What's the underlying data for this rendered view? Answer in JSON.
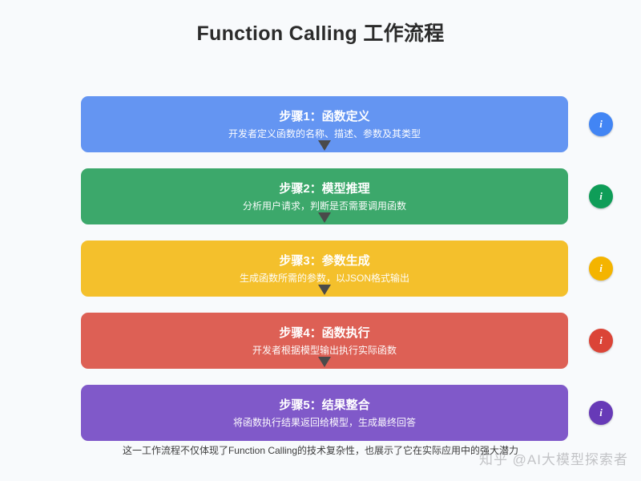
{
  "page": {
    "title": "Function Calling 工作流程",
    "background_color": "#f8fafc",
    "footer_note": "这一工作流程不仅体现了Function Calling的技术复杂性，也展示了它在实际应用中的强大潜力",
    "watermark": "知乎 @AI大模型探索者"
  },
  "flow": {
    "arrow_color": "#4a4a4a",
    "badge_icon_label": "i",
    "steps": [
      {
        "title": "步骤1：函数定义",
        "desc": "开发者定义函数的名称、描述、参数及其类型",
        "box_color": "#6495f2",
        "badge_color": "#4285f4"
      },
      {
        "title": "步骤2：模型推理",
        "desc": "分析用户请求，判断是否需要调用函数",
        "box_color": "#3ca86b",
        "badge_color": "#0f9d58"
      },
      {
        "title": "步骤3：参数生成",
        "desc": "生成函数所需的参数，以JSON格式输出",
        "box_color": "#f4c02c",
        "badge_color": "#f4b400"
      },
      {
        "title": "步骤4：函数执行",
        "desc": "开发者根据模型输出执行实际函数",
        "box_color": "#dd6055",
        "badge_color": "#db4437"
      },
      {
        "title": "步骤5：结果整合",
        "desc": "将函数执行结果返回给模型，生成最终回答",
        "box_color": "#8059c9",
        "badge_color": "#673ab7"
      }
    ]
  }
}
